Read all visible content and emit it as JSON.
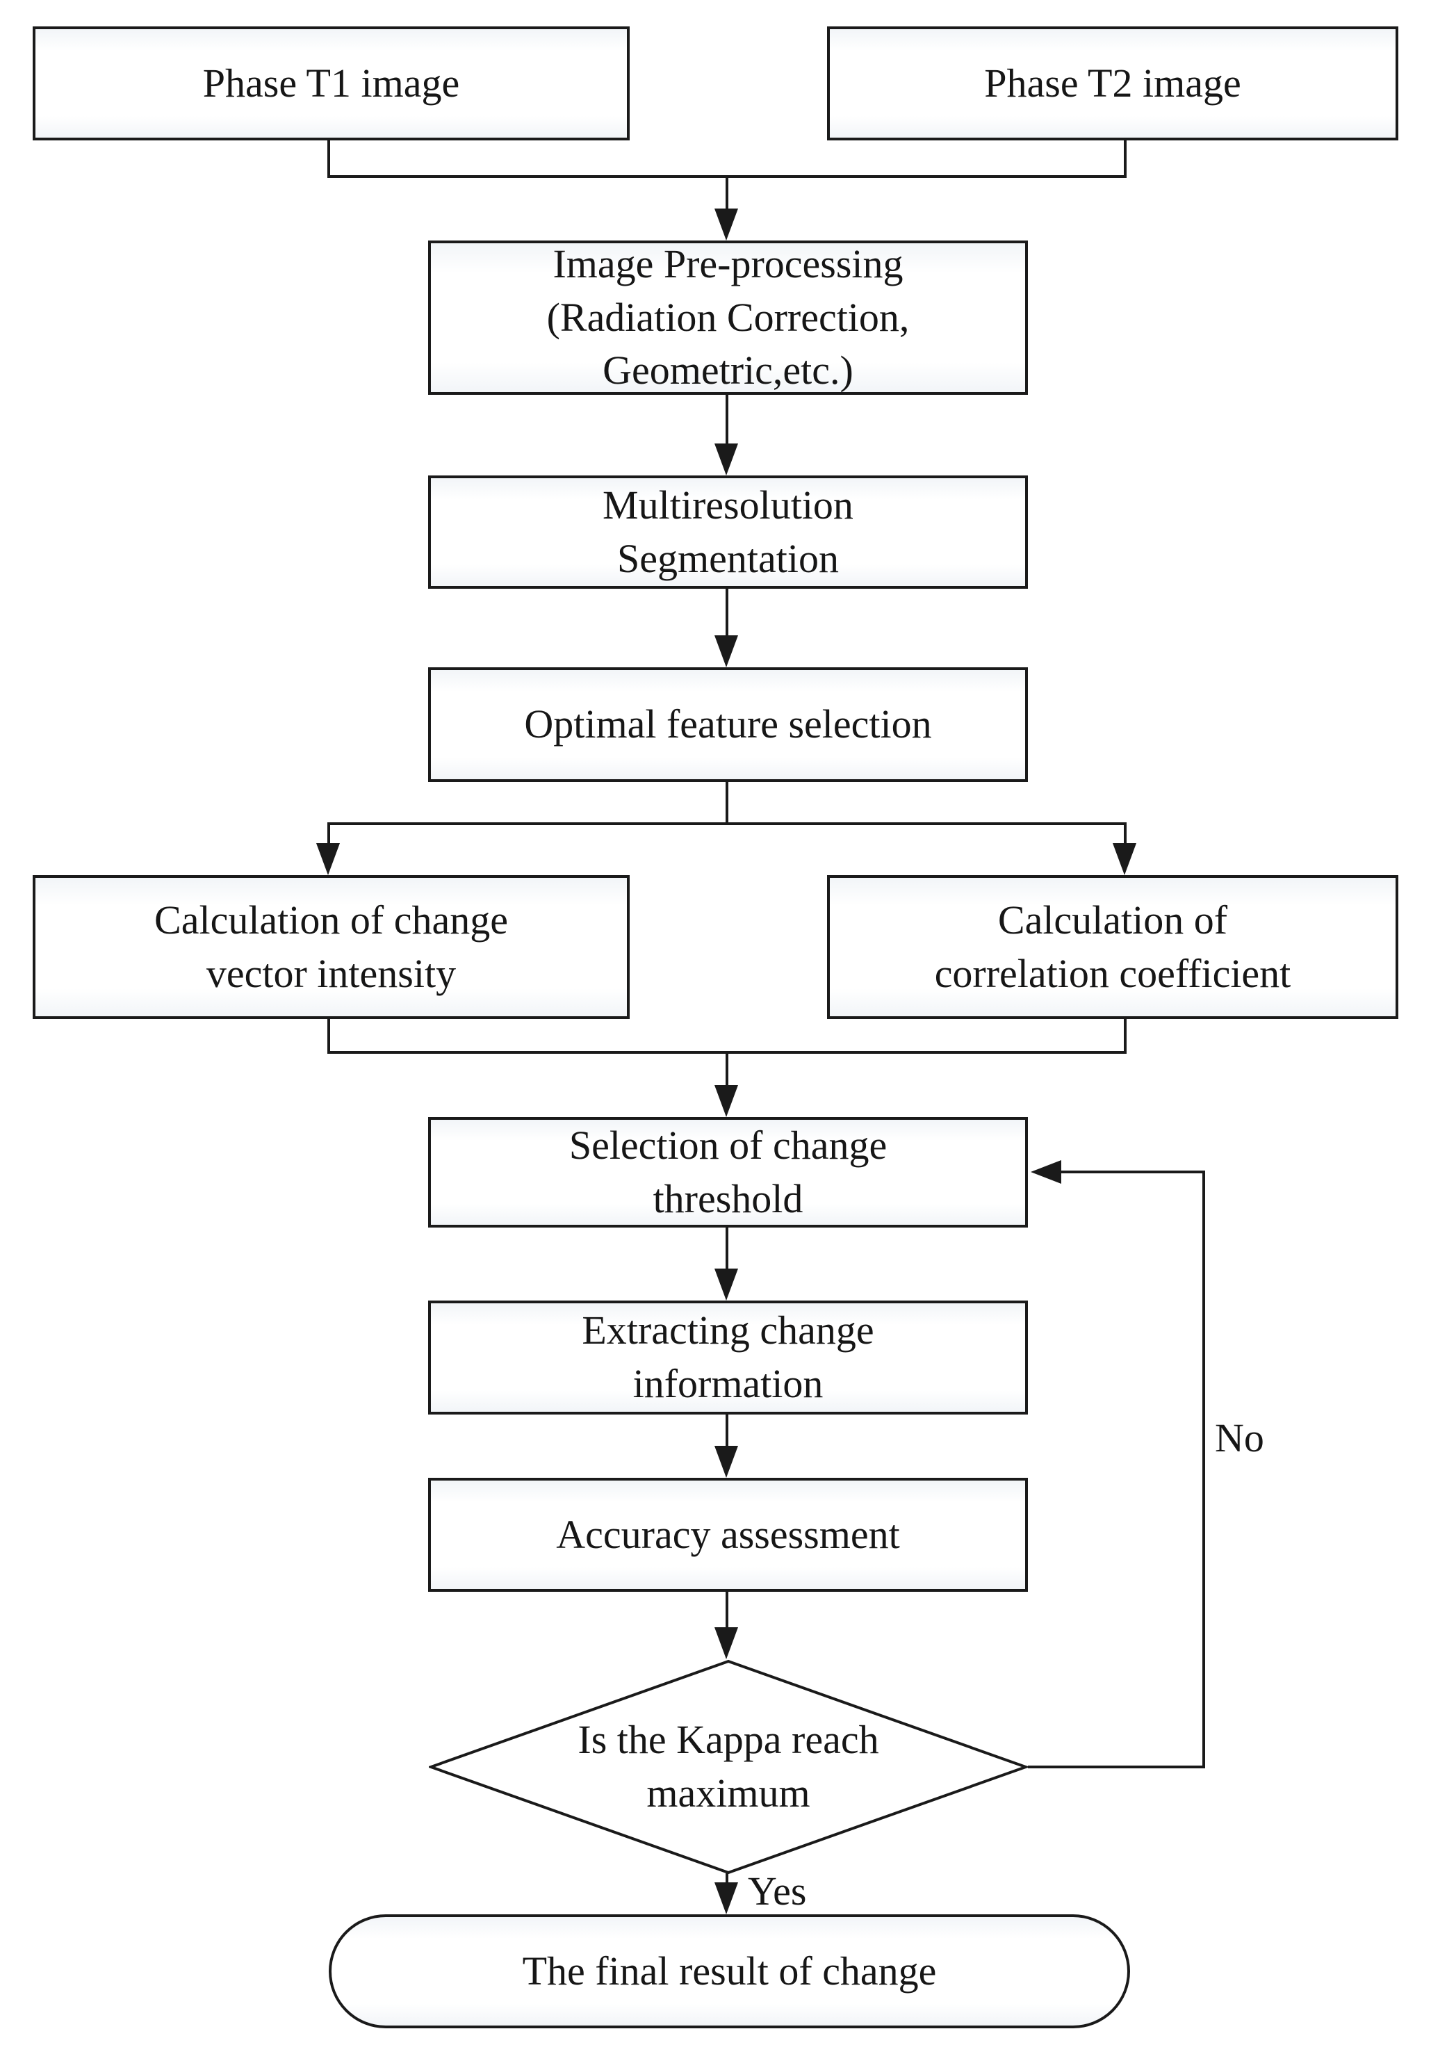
{
  "nodes": {
    "phase_t1": {
      "lines": [
        "Phase T1 image"
      ]
    },
    "phase_t2": {
      "lines": [
        "Phase T2 image"
      ]
    },
    "preprocessing": {
      "lines": [
        "Image Pre-processing",
        "(Radiation Correction,",
        "Geometric,etc.)"
      ]
    },
    "segmentation": {
      "lines": [
        "Multiresolution",
        "Segmentation"
      ]
    },
    "optimal": {
      "lines": [
        "Optimal feature selection"
      ]
    },
    "change_vector": {
      "lines": [
        "Calculation of change",
        "vector intensity"
      ]
    },
    "correlation": {
      "lines": [
        "Calculation of",
        "correlation coefficient"
      ]
    },
    "threshold": {
      "lines": [
        "Selection of change",
        "threshold"
      ]
    },
    "extracting": {
      "lines": [
        "Extracting change",
        "information"
      ]
    },
    "accuracy": {
      "lines": [
        "Accuracy assessment"
      ]
    },
    "decision": {
      "lines": [
        "Is the Kappa reach",
        "maximum"
      ]
    },
    "final": {
      "lines": [
        "The final result of change"
      ]
    }
  },
  "edge_labels": {
    "yes": "Yes",
    "no": "No"
  },
  "colors": {
    "line": "#1a1a1a",
    "text": "#161616",
    "box_fill": "#ffffff",
    "background": "#ffffff"
  }
}
